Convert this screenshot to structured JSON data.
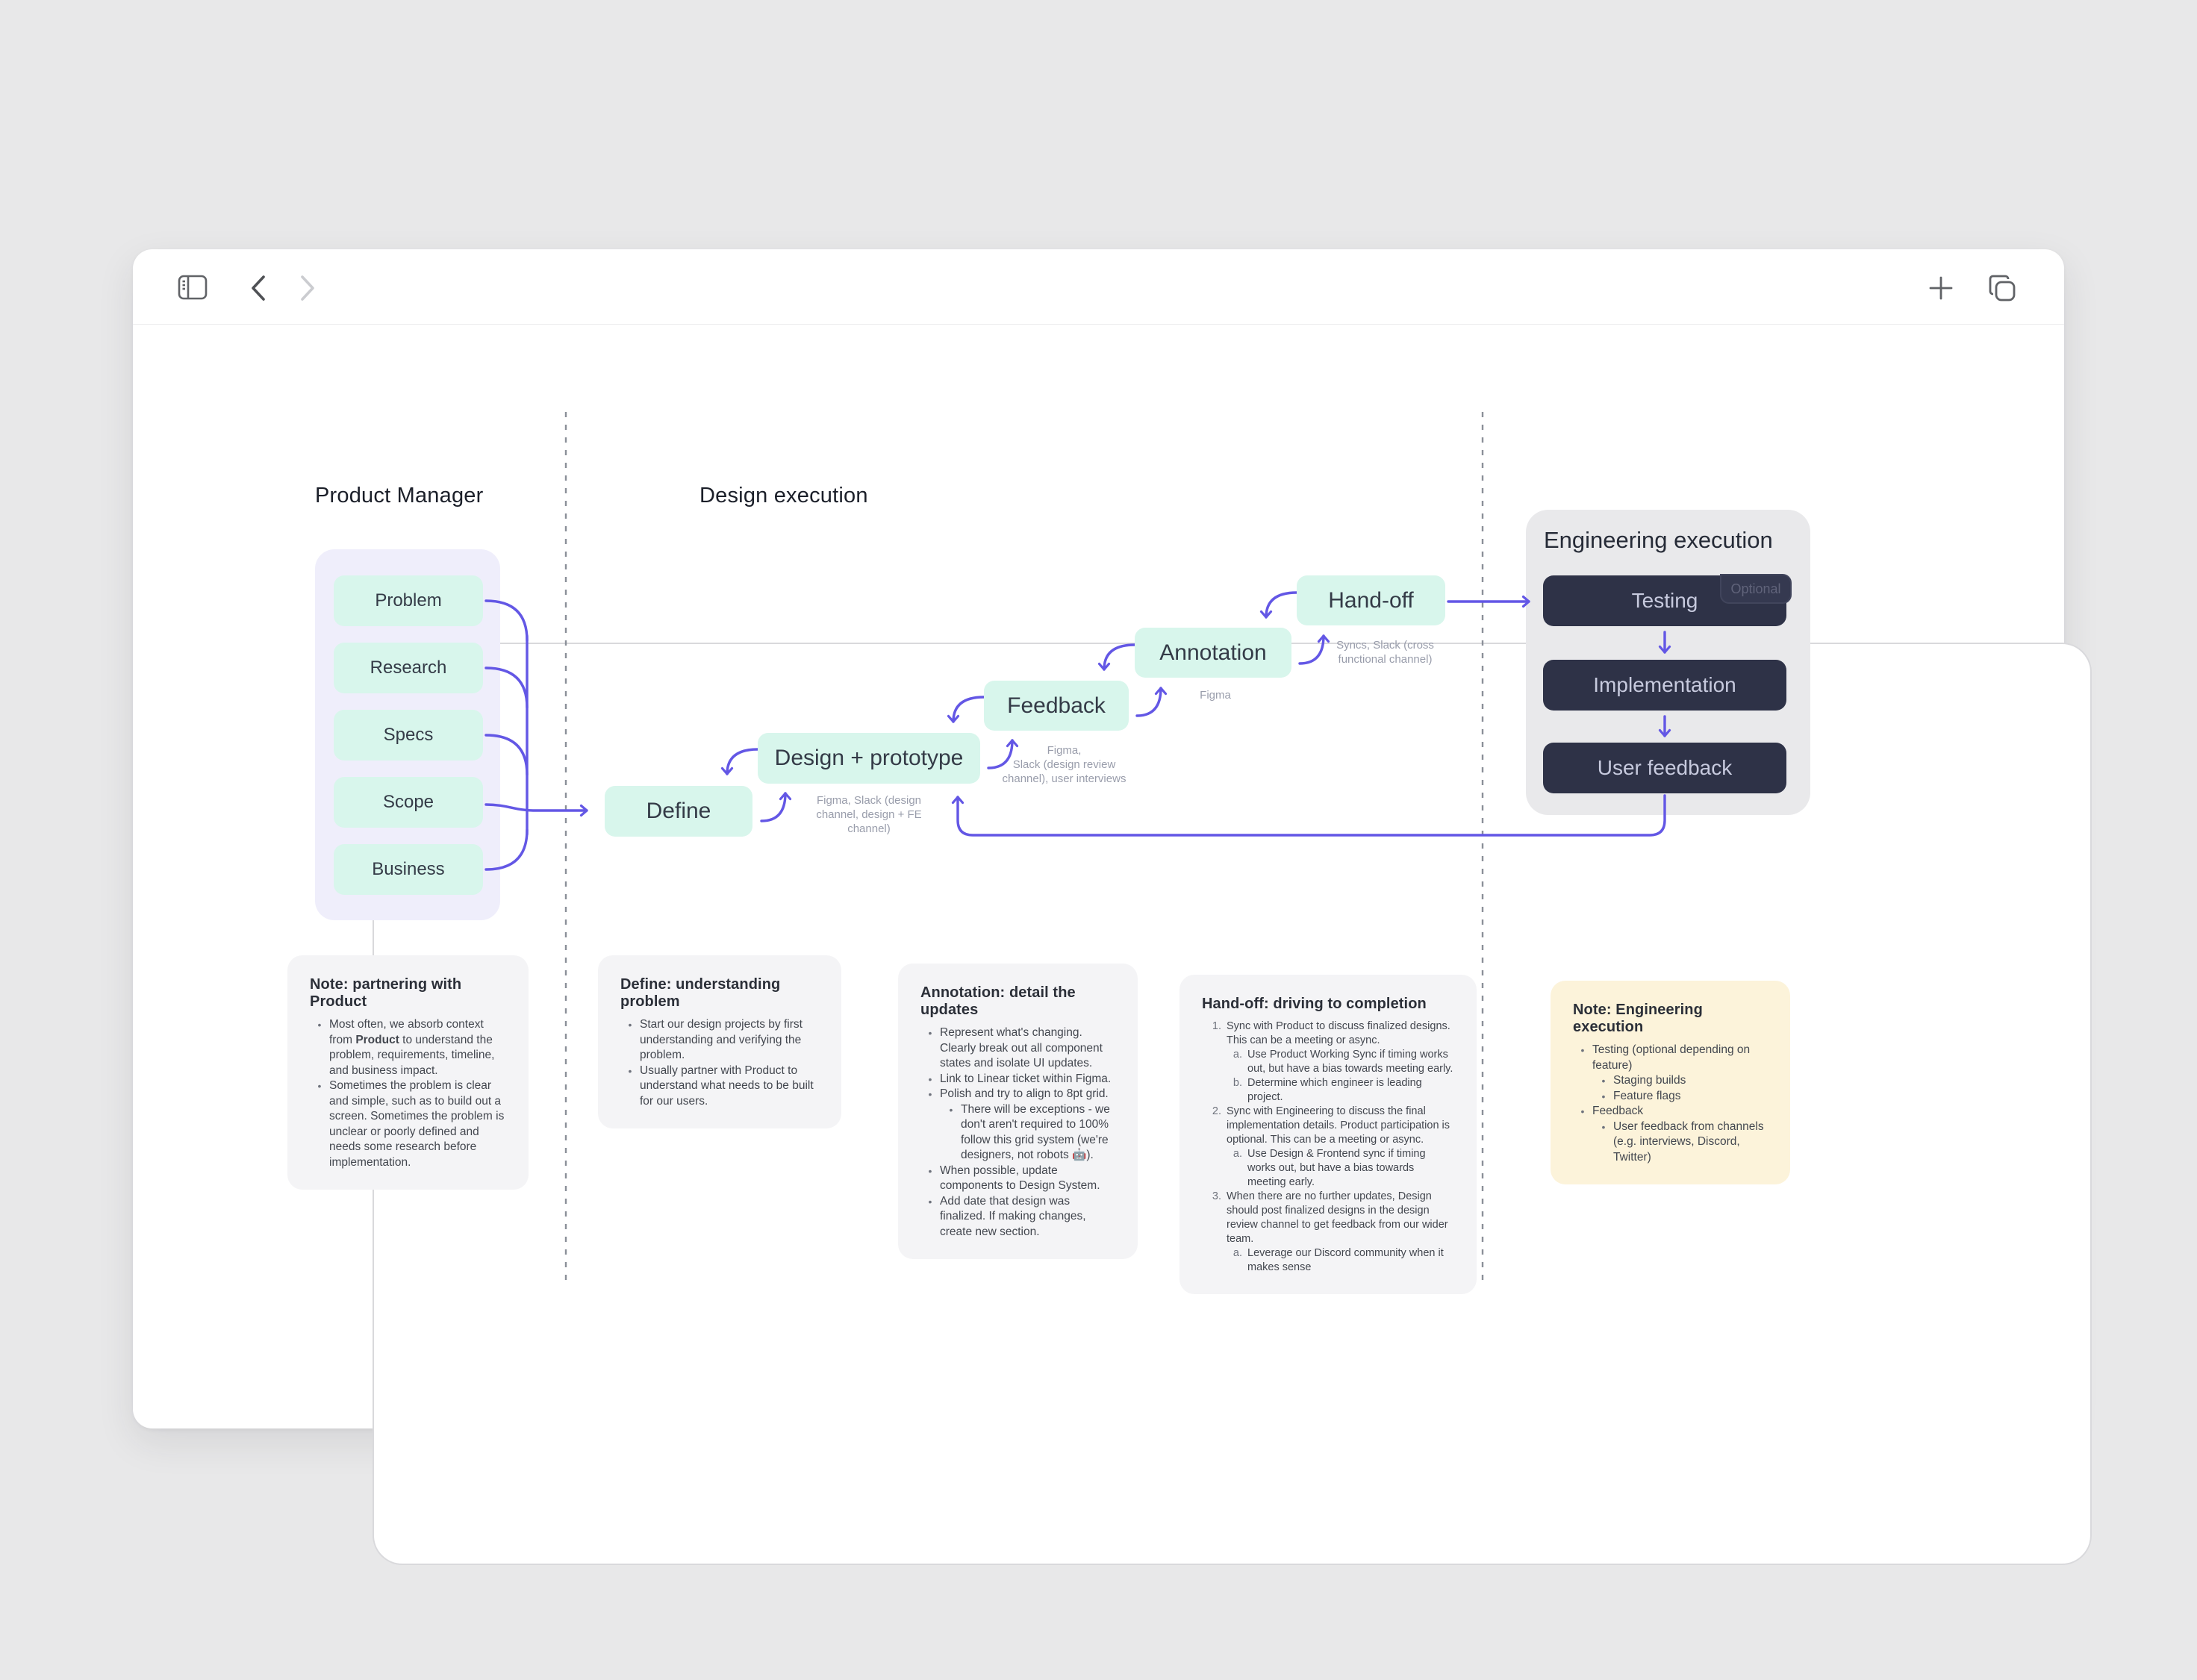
{
  "toolbar": {
    "icons": [
      {
        "name": "sidebar-toggle-icon"
      },
      {
        "name": "back-icon"
      },
      {
        "name": "forward-icon",
        "state": "disabled"
      },
      {
        "name": "plus-icon"
      },
      {
        "name": "tab-overview-icon"
      }
    ]
  },
  "sections": {
    "product_manager": {
      "label": "Product Manager",
      "items": [
        "Problem",
        "Research",
        "Specs",
        "Scope",
        "Business"
      ]
    },
    "design_execution": {
      "label": "Design execution",
      "nodes": [
        "Define",
        "Design + prototype",
        "Feedback",
        "Annotation",
        "Hand-off"
      ],
      "captions": [
        {
          "between": "Define and Design + prototype",
          "text": "Figma, Slack (design\nchannel, design + FE\nchannel)"
        },
        {
          "between": "Design + prototype and Feedback",
          "text": "Figma,\nSlack (design review\nchannel), user interviews"
        },
        {
          "between": "Feedback and Annotation",
          "text": "Figma"
        },
        {
          "between": "Annotation and Hand-off",
          "text": "Syncs, Slack (cross\nfunctional channel)"
        }
      ]
    },
    "engineering_execution": {
      "label": "Engineering execution",
      "nodes": [
        "Testing",
        "Implementation",
        "User feedback"
      ],
      "testing_badge": "Optional"
    }
  },
  "notes": [
    {
      "title": "Note: partnering with Product",
      "style": "gray",
      "list": "bullet",
      "items": [
        {
          "text": "Most often, we absorb context from **Product** to understand the problem, requirements, timeline, and business impact."
        },
        {
          "text": "Sometimes the problem is clear and simple, such as to build out a screen. Sometimes the problem is unclear or poorly defined and needs some research before implementation."
        }
      ]
    },
    {
      "title": "Define: understanding problem",
      "style": "gray",
      "list": "bullet",
      "items": [
        {
          "text": "Start our design projects by first understanding and verifying the problem."
        },
        {
          "text": "Usually partner with Product to understand what needs to be built for our users."
        }
      ]
    },
    {
      "title": "Annotation: detail the updates",
      "style": "gray",
      "list": "bullet",
      "items": [
        {
          "text": "Represent what's changing. Clearly break out all component states and isolate UI updates."
        },
        {
          "text": "Link to Linear ticket within Figma."
        },
        {
          "text": "Polish and try to align to 8pt grid.",
          "children": [
            {
              "text": "There will be exceptions - we don't aren't required to 100% follow this grid system (we're designers, not robots 🤖)."
            }
          ]
        },
        {
          "text": "When possible, update components to Design System."
        },
        {
          "text": "Add date that design was finalized. If making changes, create new section."
        }
      ]
    },
    {
      "title": "Hand-off: driving to completion",
      "style": "gray",
      "list": "number",
      "items": [
        {
          "text": "Sync with Product to discuss finalized designs. This can be a meeting or async.",
          "children": [
            {
              "text": "Use Product Working Sync if timing works out, but have a bias towards meeting early."
            },
            {
              "text": "Determine which engineer is leading project."
            }
          ]
        },
        {
          "text": "Sync with Engineering to discuss the final implementation details. Product participation is optional. This can be a meeting or async.",
          "children": [
            {
              "text": "Use Design & Frontend sync if timing works out, but have a bias towards meeting early."
            }
          ]
        },
        {
          "text": "When there are no further updates, Design should post finalized designs in the design review channel to get feedback from our wider team.",
          "children": [
            {
              "text": "Leverage our Discord community when it makes sense"
            }
          ]
        }
      ]
    },
    {
      "title": "Note: Engineering execution",
      "style": "yellow",
      "list": "bullet",
      "items": [
        {
          "text": "Testing (optional depending on feature)",
          "children": [
            {
              "text": "Staging builds"
            },
            {
              "text": "Feature flags"
            }
          ]
        },
        {
          "text": "Feedback",
          "children": [
            {
              "text": "User feedback from channels (e.g. interviews, Discord, Twitter)"
            }
          ]
        }
      ]
    }
  ],
  "colors": {
    "page_background": "#e8e8e9",
    "window_background": "#ffffff",
    "arrow_purple": "#6357e5",
    "mint_box": "#d8f6ec",
    "lavender_panel": "#efeefb",
    "engineering_panel": "#e9e9eb",
    "dark_box": "#2e3247",
    "dark_box_text": "#c7cade",
    "note_gray": "#f4f4f6",
    "note_yellow": "#fcf3da",
    "caption_gray": "#999dab",
    "dashed_separator": "#8b9099"
  }
}
